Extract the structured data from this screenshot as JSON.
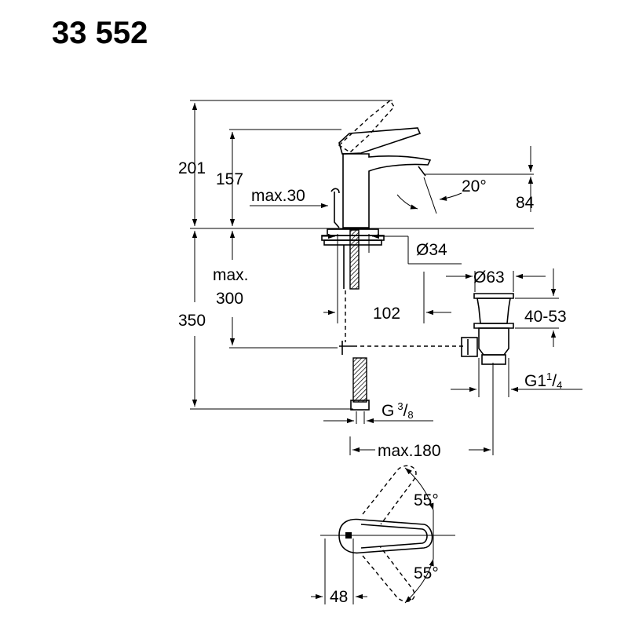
{
  "drawing": {
    "product_code": "33 552",
    "dimensions": {
      "total_height": "201",
      "spout_height": "157",
      "max_thickness": "max.30",
      "angle_spout": "20°",
      "outlet_height": "84",
      "hole_diameter": "Ø34",
      "max_label": "max.",
      "max_depth": "300",
      "below_counter": "350",
      "waste_diameter": "Ø63",
      "offset": "102",
      "waste_range": "40-53",
      "waste_thread": "G1",
      "waste_thread_num": "1",
      "waste_thread_den": "4",
      "supply_thread": "G",
      "supply_thread_num": "3",
      "supply_thread_den": "8",
      "max_reach": "max.180",
      "lever_angle_top": "55°",
      "lever_angle_bottom": "55°",
      "lever_offset": "48"
    }
  }
}
